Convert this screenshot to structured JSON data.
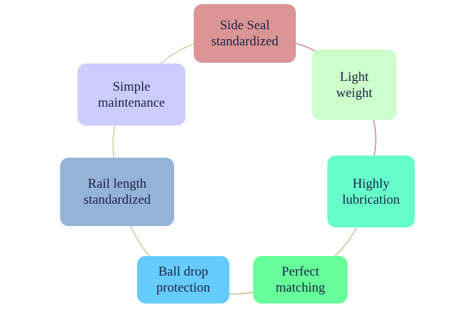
{
  "nodes": [
    {
      "id": "side-seal",
      "line1": "Side Seal",
      "line2": "standardized",
      "color": "#da9594"
    },
    {
      "id": "light-weight",
      "line1": "Light",
      "line2": "weight",
      "color": "#ccffcc"
    },
    {
      "id": "highly-lubrication",
      "line1": "Highly",
      "line2": "lubrication",
      "color": "#66ffcc"
    },
    {
      "id": "perfect-matching",
      "line1": "Perfect",
      "line2": "matching",
      "color": "#66ff99"
    },
    {
      "id": "ball-drop",
      "line1": "Ball drop",
      "line2": "protection",
      "color": "#66ccff"
    },
    {
      "id": "rail-length",
      "line1": "Rail length",
      "line2": "standardized",
      "color": "#95b3d7"
    },
    {
      "id": "simple-maintenance",
      "line1": "Simple",
      "line2": "maintenance",
      "color": "#ccccff"
    }
  ],
  "connector_colors": {
    "side_to_light": "#c0504d",
    "light_to_highly": "#c0504d",
    "highly_to_perfect": "#b8a060",
    "perfect_to_ball": "#b8a060",
    "ball_to_rail": "#b8b080",
    "rail_to_simple": "#a8c080",
    "simple_to_side": "#a8c080"
  }
}
